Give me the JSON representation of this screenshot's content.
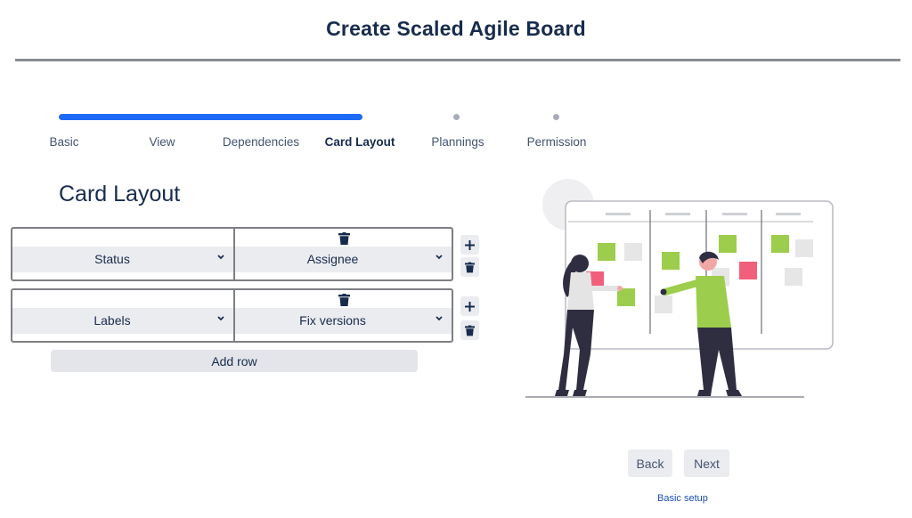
{
  "header": {
    "title": "Create Scaled Agile Board"
  },
  "wizard": {
    "progress": 0.6667,
    "steps": [
      {
        "label": "Basic",
        "state": "done"
      },
      {
        "label": "View",
        "state": "done"
      },
      {
        "label": "Dependencies",
        "state": "done"
      },
      {
        "label": "Card Layout",
        "state": "active"
      },
      {
        "label": "Plannings",
        "state": "pending"
      },
      {
        "label": "Permission",
        "state": "pending"
      }
    ]
  },
  "card_layout": {
    "title": "Card Layout",
    "rows": [
      {
        "left": "Status",
        "right": "Assignee"
      },
      {
        "left": "Labels",
        "right": "Fix versions"
      }
    ],
    "add_row_label": "Add row",
    "add_icon": "plus-icon",
    "delete_icon": "trash-icon"
  },
  "navigation": {
    "back_label": "Back",
    "next_label": "Next"
  },
  "footer": {
    "link_text": "Basic setup"
  },
  "colors": {
    "accent": "#1f6bf5",
    "step_pending": "#a6adb8",
    "green": "#9dcd4c",
    "pink": "#f25f7a",
    "dark": "#2f2e41"
  }
}
